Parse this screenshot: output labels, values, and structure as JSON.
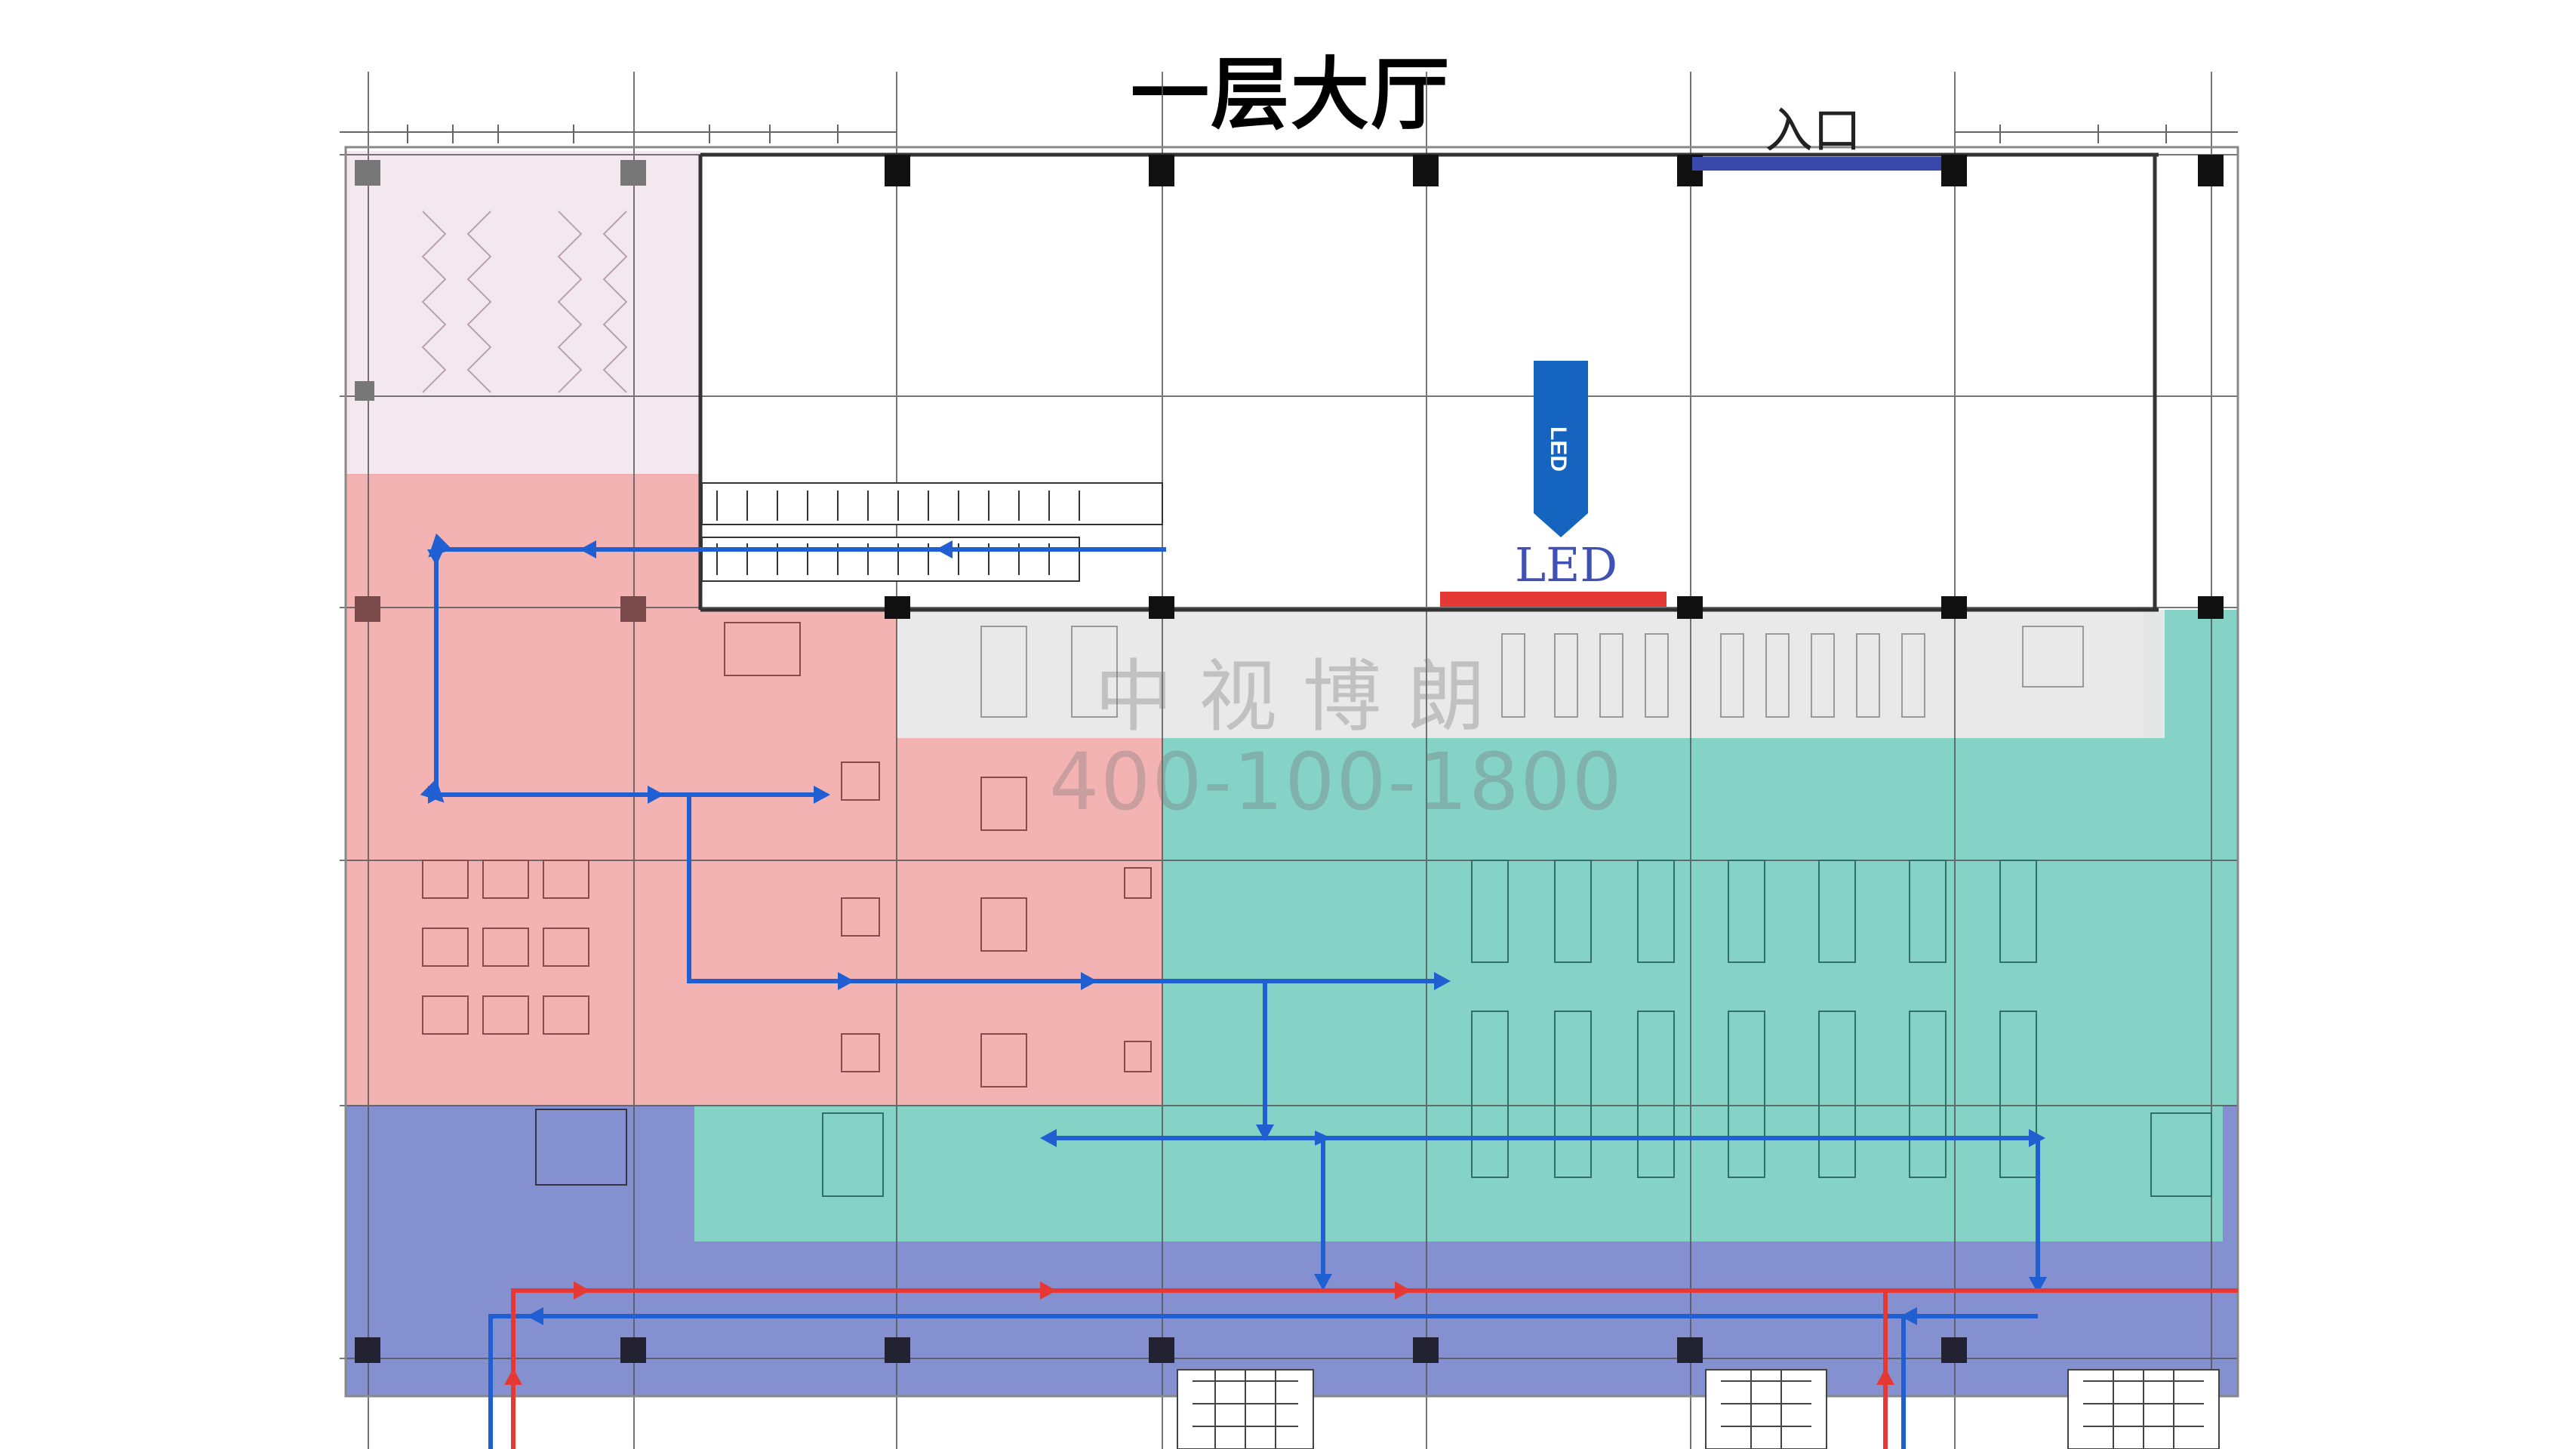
{
  "title": "一层大厅",
  "labels": {
    "entrance": "入口",
    "led_marker": "LED",
    "led_screen": "LED"
  },
  "watermark": {
    "company": "中视博朗",
    "phone": "400-100-1800"
  },
  "colors": {
    "zone_pink": "#ef9a9a",
    "zone_teal": "#66c7b8",
    "zone_blue": "#5c6bc0",
    "route_blue": "#1f5fd1",
    "route_red": "#e53935",
    "led_bar": "#e53935",
    "entrance_bar": "#3949ab",
    "marker_blue": "#1565c0"
  },
  "icons": [
    "down-arrow-marker-icon",
    "route-arrow-icon"
  ]
}
